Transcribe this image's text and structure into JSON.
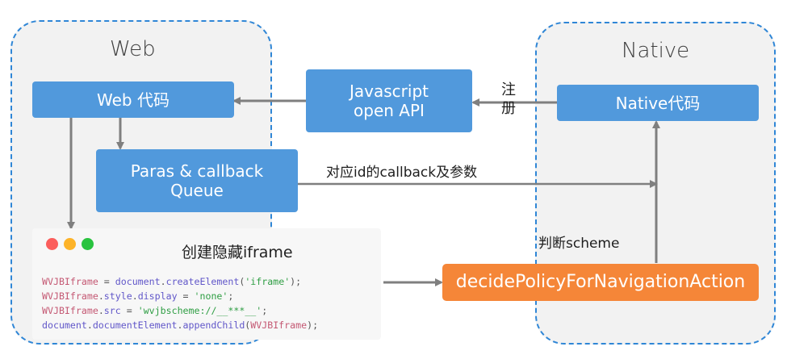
{
  "regions": {
    "web": {
      "title": "Web"
    },
    "native": {
      "title": "Native"
    }
  },
  "boxes": {
    "web_code": "Web 代码",
    "js_api": "Javascript\nopen API",
    "native_code": "Native代码",
    "queue": "Paras & callback\nQueue",
    "decide": "decidePolicyForNavigationAction"
  },
  "labels": {
    "register": "注册",
    "callback": "对应id的callback及参数",
    "scheme": "判断scheme"
  },
  "code_card": {
    "title": "创建隐藏iframe",
    "lines": [
      [
        [
          "var",
          "WVJBIframe"
        ],
        [
          "txt",
          " = "
        ],
        [
          "obj",
          "document"
        ],
        [
          "txt",
          "."
        ],
        [
          "obj",
          "createElement"
        ],
        [
          "txt",
          "("
        ],
        [
          "str",
          "'iframe'"
        ],
        [
          "txt",
          ");"
        ]
      ],
      [
        [
          "var",
          "WVJBIframe"
        ],
        [
          "txt",
          "."
        ],
        [
          "obj",
          "style"
        ],
        [
          "txt",
          "."
        ],
        [
          "obj",
          "display"
        ],
        [
          "txt",
          " = "
        ],
        [
          "str",
          "'none'"
        ],
        [
          "txt",
          ";"
        ]
      ],
      [
        [
          "var",
          "WVJBIframe"
        ],
        [
          "txt",
          "."
        ],
        [
          "obj",
          "src"
        ],
        [
          "txt",
          " = "
        ],
        [
          "str",
          "'wvjbscheme://__***__'"
        ],
        [
          "txt",
          ";"
        ]
      ],
      [
        [
          "obj",
          "document"
        ],
        [
          "txt",
          "."
        ],
        [
          "obj",
          "documentElement"
        ],
        [
          "txt",
          "."
        ],
        [
          "obj",
          "appendChild"
        ],
        [
          "txt",
          "("
        ],
        [
          "var",
          "WVJBIframe"
        ],
        [
          "txt",
          ");"
        ]
      ]
    ]
  },
  "colors": {
    "region_border": "#2f86d6",
    "box_blue": "#5199dc",
    "box_orange": "#f58638",
    "arrow": "#7f7f7f"
  }
}
